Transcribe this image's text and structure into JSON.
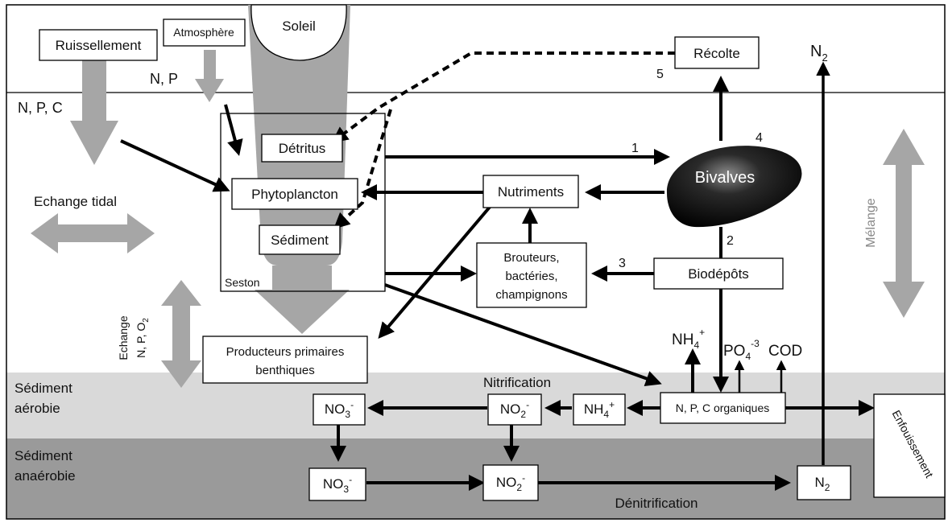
{
  "layers": {
    "aerobic_line1": "Sédiment",
    "aerobic_line2": "aérobie",
    "anaerobic_line1": "Sédiment",
    "anaerobic_line2": "anaérobie"
  },
  "boxes": {
    "ruissellement": "Ruissellement",
    "atmosphere": "Atmosphère",
    "soleil": "Soleil",
    "recolte": "Récolte",
    "detritus": "Détritus",
    "phytoplancton": "Phytoplancton",
    "sediment": "Sédiment",
    "nutriments": "Nutriments",
    "brouteurs_1": "Brouteurs,",
    "brouteurs_2": "bactéries,",
    "brouteurs_3": "champignons",
    "biodepots": "Biodépôts",
    "producteurs_1": "Producteurs primaires",
    "producteurs_2": "benthiques",
    "npc_organiques": "N, P, C organiques",
    "enfouissement": "Enfouissement",
    "no3": "NO",
    "no2": "NO",
    "nh4": "NH",
    "n2": "N"
  },
  "labels": {
    "n_p_c": "N, P, C",
    "n_p": "N, P",
    "n2_top": "N",
    "echange_tidal": "Echange tidal",
    "melange": "Mélange",
    "echange_1": "Echange",
    "echange_2": "N, P, O",
    "seston": "Seston",
    "bivalves": "Bivalves",
    "nitrification": "Nitrification",
    "denitrification": "Dénitrification",
    "nh4_up": "NH",
    "po4": "PO",
    "cod": "COD",
    "sub_2": "2",
    "sub_3": "3",
    "sub_4": "4",
    "sup_minus": "-",
    "sup_plus": "+",
    "sup_minus3": "-3"
  },
  "numbers": {
    "n1": "1",
    "n2": "2",
    "n3": "3",
    "n4": "4",
    "n5": "5"
  },
  "colors": {
    "water": "#ffffff",
    "aerobic_sediment": "#d9d9d9",
    "anaerobic_sediment": "#9a9a9a",
    "flow_arrow": "#a6a6a6",
    "arrow": "#000000"
  }
}
